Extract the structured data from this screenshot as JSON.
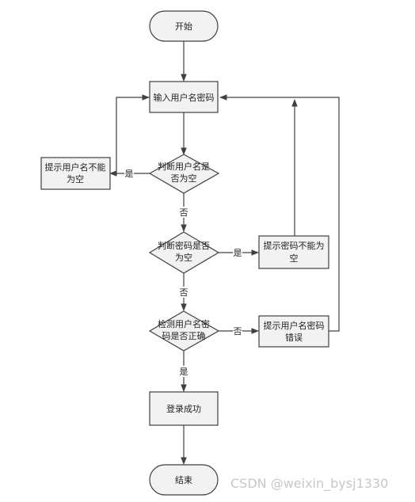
{
  "diagram": {
    "nodes": {
      "start": {
        "text": [
          "开始"
        ]
      },
      "input": {
        "text": [
          "输入用户名密码"
        ]
      },
      "check_user_empty": {
        "text": [
          "判断用户名是",
          "否为空"
        ]
      },
      "user_empty_msg": {
        "text": [
          "提示用户名不能",
          "为空"
        ]
      },
      "check_pwd_empty": {
        "text": [
          "判断密码是否",
          "为空"
        ]
      },
      "pwd_empty_msg": {
        "text": [
          "提示密码不能为",
          "空"
        ]
      },
      "verify_credentials": {
        "text": [
          "检测用户名密",
          "码是否正确"
        ]
      },
      "wrong_msg": {
        "text": [
          "提示用户名密码",
          "错误"
        ]
      },
      "success": {
        "text": [
          "登录成功"
        ]
      },
      "end": {
        "text": [
          "结束"
        ]
      }
    },
    "edge_labels": {
      "user_yes": "是",
      "user_no": "否",
      "pwd_yes": "是",
      "pwd_no": "否",
      "verify_no": "否",
      "verify_yes": "是"
    }
  },
  "watermark": "CSDN @weixin_bysj1330",
  "colors": {
    "node_fill": "#f2f2f2",
    "stroke": "#404040",
    "text": "#222222",
    "watermark": "#c7c7c7"
  }
}
